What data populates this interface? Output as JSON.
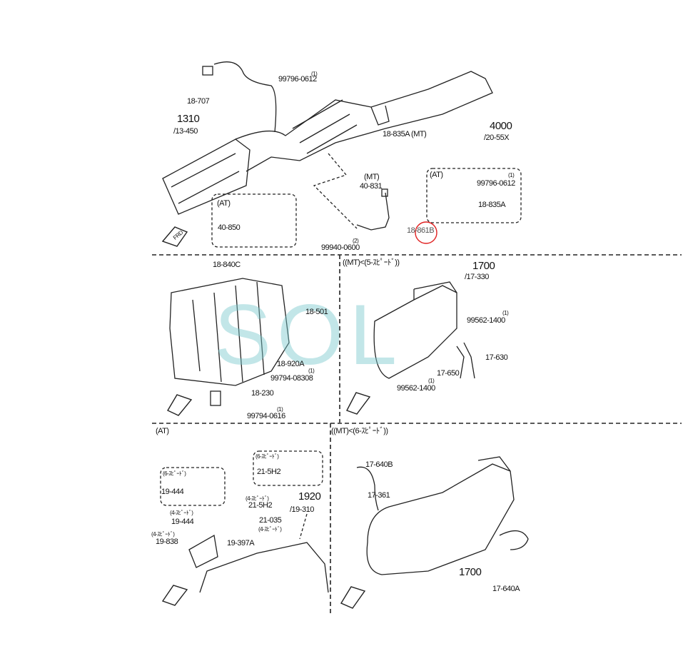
{
  "watermark": "SOL",
  "top": {
    "labels": {
      "o2_front": "18-707",
      "manifold_ref": "1310",
      "manifold_sub": "/13-450",
      "bolt_top": "99796-0612",
      "bolt_top_qty": "(1)",
      "bracket_mt": "18-835A (MT)",
      "exhaust_ref": "4000",
      "exhaust_sub": "/20-55X",
      "mt_tag": "(MT)",
      "mt_part": "40-831",
      "at_box_tag": "(AT)",
      "at_box_part": "40-850",
      "at_right_tag": "(AT)",
      "at_right_bolt": "99796-0612",
      "at_right_bolt_qty": "(1)",
      "at_right_bracket": "18-835A",
      "o2_rear": "18-861B",
      "nut": "99940-0600",
      "nut_qty": "(2)"
    }
  },
  "middle_left": {
    "labels": {
      "p1": "18-840C",
      "p2": "18-501",
      "p3": "18-920A",
      "p4": "99794-08308",
      "p4_qty": "(1)",
      "p5": "18-230",
      "p6": "99794-0616",
      "p6_qty": "(1)"
    }
  },
  "middle_right": {
    "labels": {
      "title": "((MT)<(5-ｽﾋﾟｰﾄﾞ))",
      "ref": "1700",
      "ref_sub": "/17-330",
      "p1": "99562-1400",
      "p1_qty": "(1)",
      "p2": "17-630",
      "p3": "17-650",
      "p4": "99562-1400",
      "p4_qty": "(1)"
    }
  },
  "bottom_left": {
    "labels": {
      "title": "(AT)",
      "box1_tag": "(6-ｽﾋﾟｰﾄﾞ)",
      "box1_part": "19-444",
      "box2_tag": "(6-ｽﾋﾟｰﾄﾞ)",
      "box2_part": "21-5H2",
      "p_215h2_tag": "(4-ｽﾋﾟｰﾄﾞ)",
      "p_215h2": "21-5H2",
      "ref": "1920",
      "ref_sub": "/19-310",
      "p_19444_tag": "(4-ｽﾋﾟｰﾄﾞ)",
      "p_19444": "19-444",
      "p_21035": "21-035",
      "p_21035_tag": "(4-ｽﾋﾟｰﾄﾞ)",
      "p_19838_tag": "(4-ｽﾋﾟｰﾄﾞ)",
      "p_19838": "19-838",
      "p_19397a": "19-397A"
    }
  },
  "bottom_right": {
    "labels": {
      "title": "((MT)<(6-ｽﾋﾟｰﾄﾞ))",
      "p1": "17-640B",
      "p2": "17-361",
      "ref": "1700",
      "p3": "17-640A"
    }
  },
  "fwd_label": "FRD",
  "highlight_color": "#e02020"
}
